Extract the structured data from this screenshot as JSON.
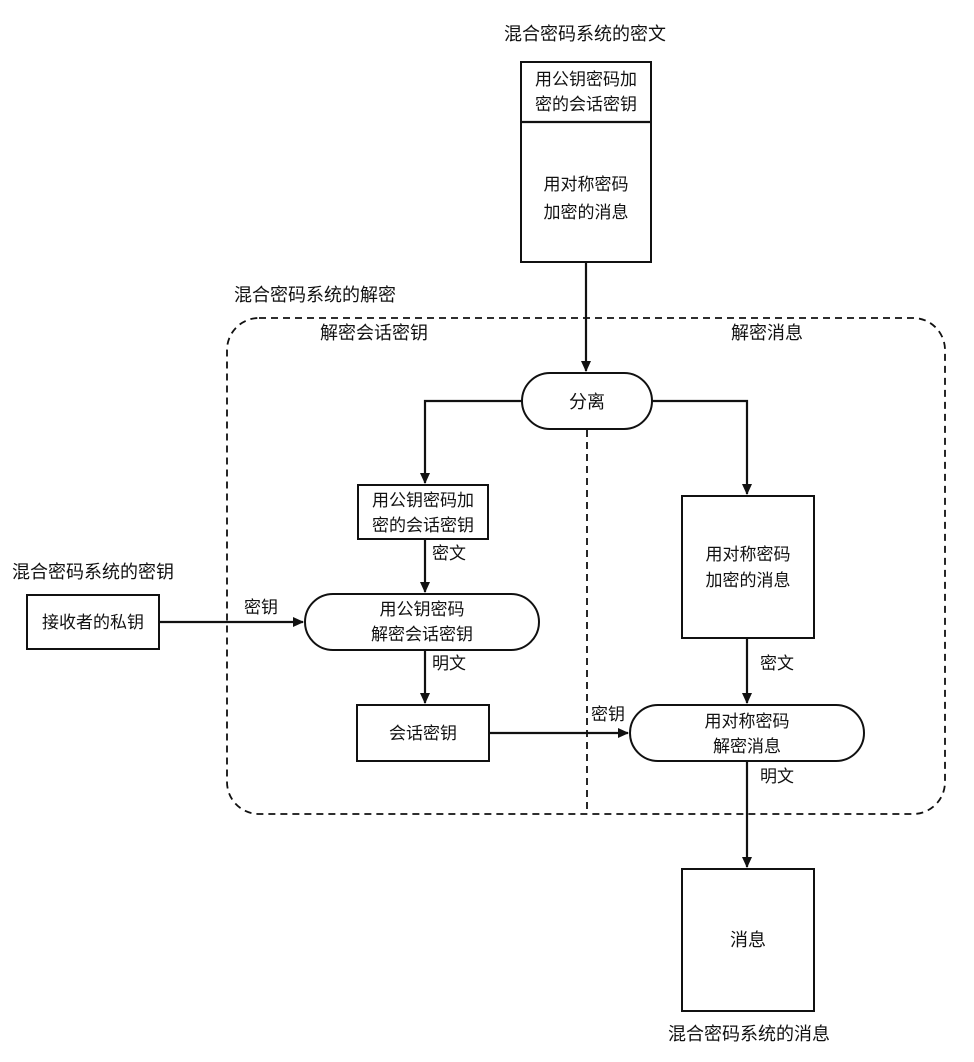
{
  "ciphertext_caption": "混合密码系统的密文",
  "cipher_box": {
    "top_line1": "用公钥密码加",
    "top_line2": "密的会话密钥",
    "bottom_line1": "用对称密码",
    "bottom_line2": "加密的消息"
  },
  "decryption_caption": "混合密码系统的解密",
  "region_left_label": "解密会话密钥",
  "region_right_label": "解密消息",
  "split_label": "分离",
  "enc_session_key": {
    "line1": "用公钥密码加",
    "line2": "密的会话密钥"
  },
  "ciphertext_label_1": "密文",
  "key_caption": "混合密码系统的密钥",
  "private_key_box": "接收者的私钥",
  "key_label_1": "密钥",
  "pub_decrypt": {
    "line1": "用公钥密码",
    "line2": "解密会话密钥"
  },
  "plaintext_label_1": "明文",
  "session_key_box": "会话密钥",
  "key_label_2": "密钥",
  "enc_message": {
    "line1": "用对称密码",
    "line2": "加密的消息"
  },
  "ciphertext_label_2": "密文",
  "sym_decrypt": {
    "line1": "用对称密码",
    "line2": "解密消息"
  },
  "plaintext_label_2": "明文",
  "message_box": "消息",
  "message_caption": "混合密码系统的消息"
}
